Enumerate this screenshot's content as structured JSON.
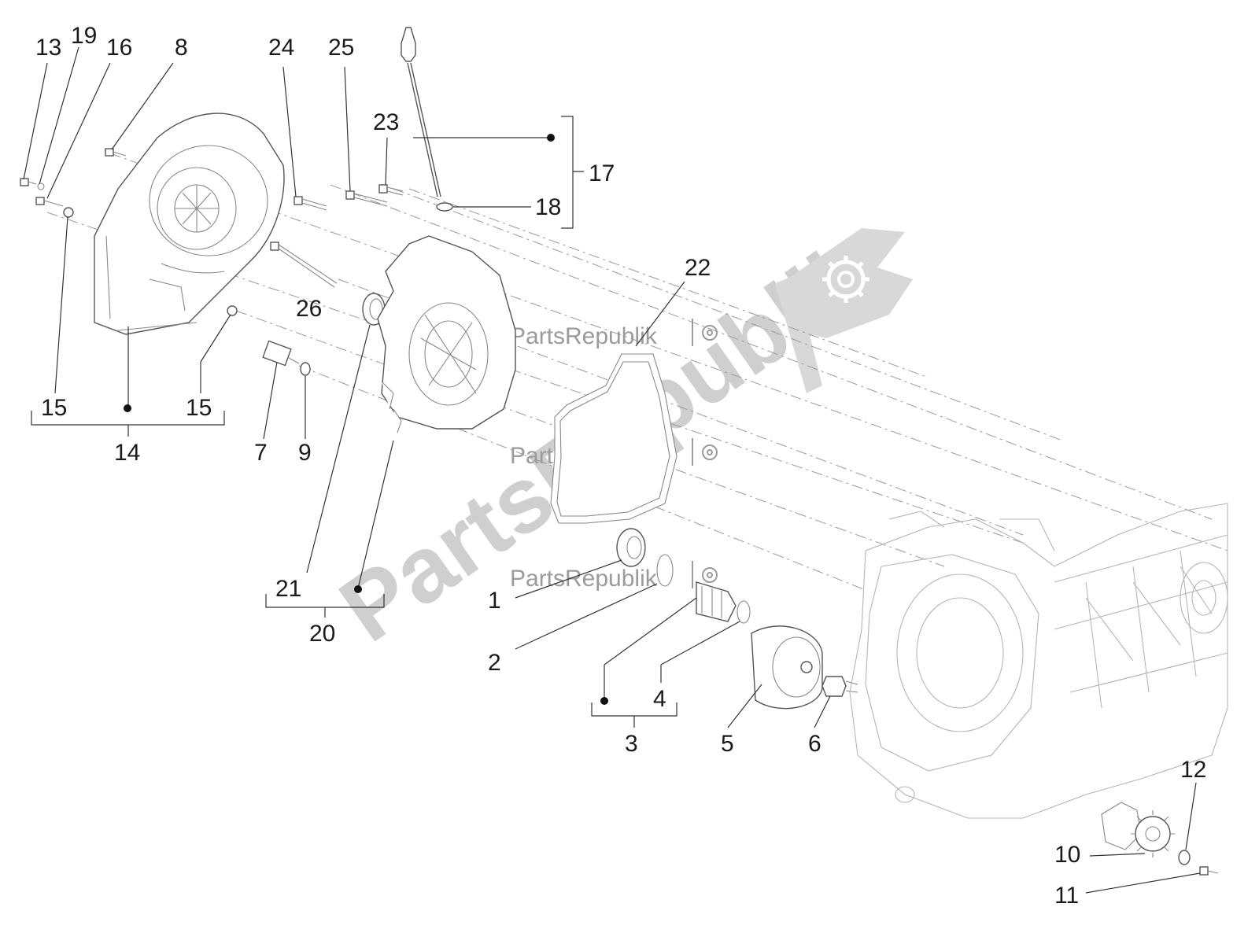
{
  "watermark": {
    "brand": "PartsRepublik",
    "small": "PartsRepublik"
  },
  "callouts": [
    "1",
    "2",
    "3",
    "4",
    "5",
    "6",
    "7",
    "8",
    "9",
    "10",
    "11",
    "12",
    "13",
    "14",
    "15",
    "15",
    "16",
    "17",
    "18",
    "19",
    "20",
    "21",
    "22",
    "23",
    "24",
    "25",
    "26"
  ]
}
